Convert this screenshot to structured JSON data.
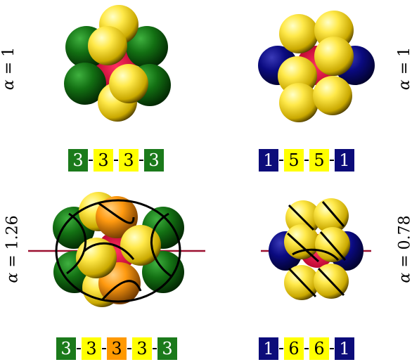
{
  "colors": {
    "green": "#1b7a1b",
    "yellow": "#ffff00",
    "orange": "#ff9900",
    "blue": "#0c0c7a",
    "axis": "#9b1030"
  },
  "panels": {
    "top_left": {
      "alpha_label": "α = 1",
      "alpha_var": "α",
      "alpha_rest": " = 1",
      "sequence": [
        {
          "value": "3",
          "color": "green"
        },
        {
          "value": "3",
          "color": "yellow"
        },
        {
          "value": "3",
          "color": "yellow"
        },
        {
          "value": "3",
          "color": "green"
        }
      ]
    },
    "top_right": {
      "alpha_var": "α",
      "alpha_rest": " = 1",
      "sequence": [
        {
          "value": "1",
          "color": "blue"
        },
        {
          "value": "5",
          "color": "yellow"
        },
        {
          "value": "5",
          "color": "yellow"
        },
        {
          "value": "1",
          "color": "blue"
        }
      ]
    },
    "bottom_left": {
      "alpha_var": "α",
      "alpha_rest": " = 1.26",
      "sequence": [
        {
          "value": "3",
          "color": "green"
        },
        {
          "value": "3",
          "color": "yellow"
        },
        {
          "value": "3",
          "color": "orange"
        },
        {
          "value": "3",
          "color": "yellow"
        },
        {
          "value": "3",
          "color": "green"
        }
      ]
    },
    "bottom_right": {
      "alpha_var": "α",
      "alpha_rest": " = 0.78",
      "sequence": [
        {
          "value": "1",
          "color": "blue"
        },
        {
          "value": "6",
          "color": "yellow"
        },
        {
          "value": "6",
          "color": "yellow"
        },
        {
          "value": "1",
          "color": "blue"
        }
      ]
    }
  }
}
